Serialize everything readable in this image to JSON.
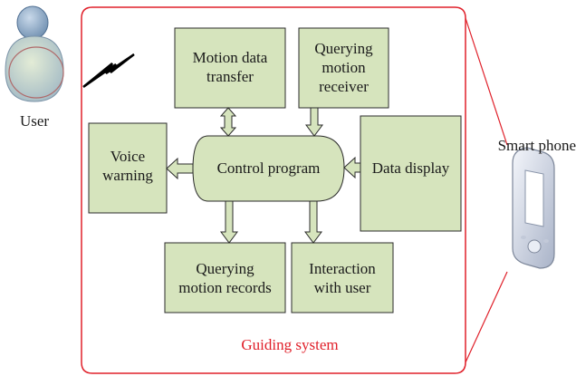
{
  "user": {
    "label": "User"
  },
  "phone": {
    "label": "Smart phone"
  },
  "system": {
    "label": "Guiding system"
  },
  "blocks": {
    "motion_data_transfer": [
      "Motion data",
      "transfer"
    ],
    "querying_motion_receiver": [
      "Querying",
      "motion",
      "receiver"
    ],
    "voice_warning": [
      "Voice",
      "warning"
    ],
    "control_program": [
      "Control program"
    ],
    "data_display": [
      "Data display"
    ],
    "querying_motion_records": [
      "Querying",
      "motion records"
    ],
    "interaction_with_user": [
      "Interaction",
      "with user"
    ]
  },
  "colors": {
    "block_fill": "#d6e4bd",
    "block_stroke": "#2b2b2b",
    "frame": "#e0202a",
    "lightning": "#000000",
    "user_body": "#a9c1d6"
  }
}
